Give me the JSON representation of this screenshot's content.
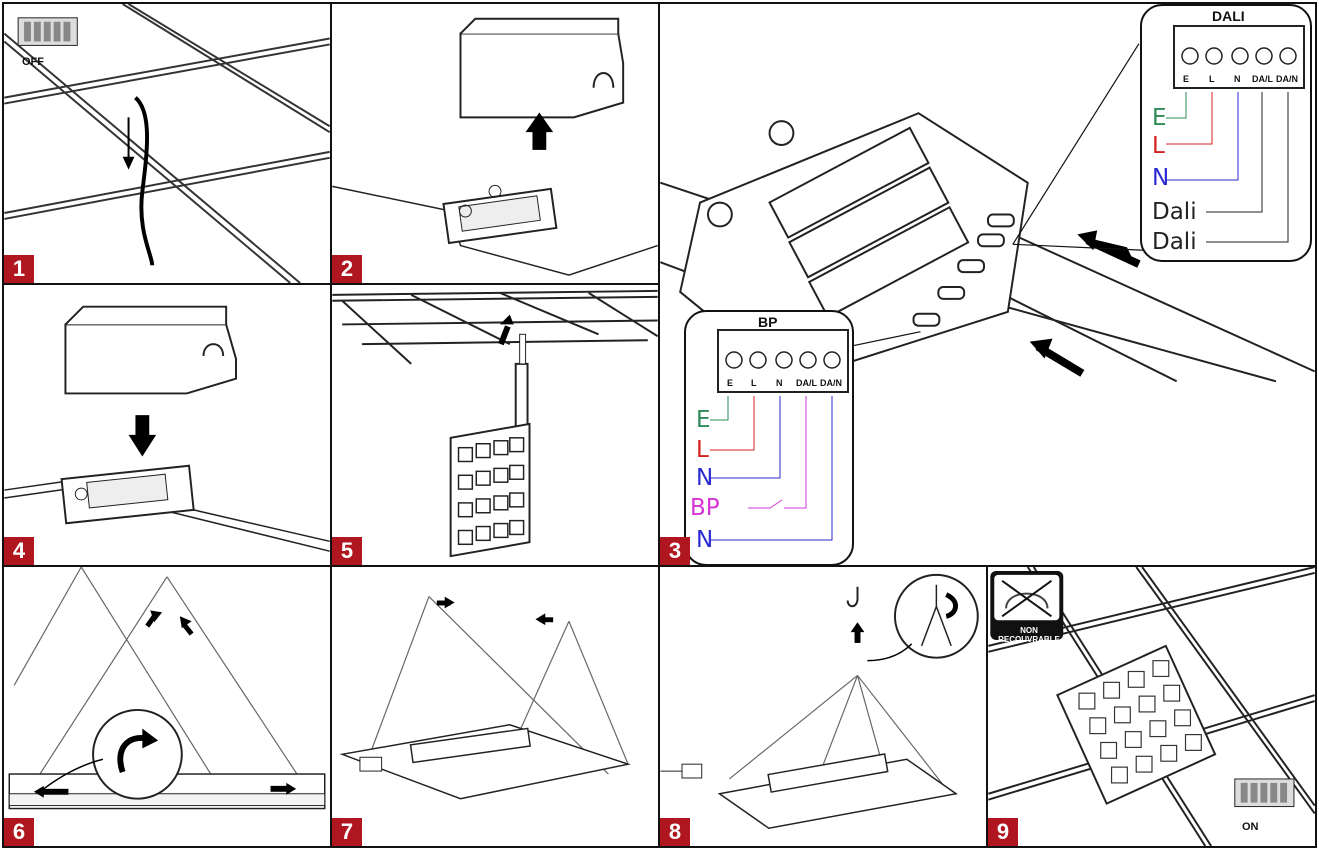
{
  "panels": [
    {
      "number": "1",
      "switch_label": "OFF"
    },
    {
      "number": "2"
    },
    {
      "number": "3"
    },
    {
      "number": "4"
    },
    {
      "number": "5"
    },
    {
      "number": "6"
    },
    {
      "number": "7"
    },
    {
      "number": "8"
    },
    {
      "number": "9",
      "switch_label": "ON",
      "warning_label": "NON RECOUVRABLE"
    }
  ],
  "dali_callout": {
    "title": "DALI",
    "terminals": [
      "E",
      "L",
      "N",
      "DA/L",
      "DA/N"
    ],
    "wires": [
      {
        "label": "E",
        "color": "#2e8b57"
      },
      {
        "label": "L",
        "color": "#d42020"
      },
      {
        "label": "N",
        "color": "#2a2ad0"
      },
      {
        "label": "Dali",
        "color": "#222222"
      },
      {
        "label": "Dali",
        "color": "#222222"
      }
    ]
  },
  "bp_callout": {
    "title": "BP",
    "terminals": [
      "E",
      "L",
      "N",
      "DA/L",
      "DA/N"
    ],
    "wires": [
      {
        "label": "E",
        "color": "#2e8b57"
      },
      {
        "label": "L",
        "color": "#d42020"
      },
      {
        "label": "N",
        "color": "#2a2ad0"
      },
      {
        "label": "BP",
        "color": "#d633d6"
      },
      {
        "label": "N",
        "color": "#2a2ad0"
      }
    ]
  },
  "colors": {
    "badge": "#b0161f",
    "earth": "#2e8b57",
    "live": "#d42020",
    "neutral": "#2a2ad0",
    "pushbutton": "#d633d6"
  }
}
